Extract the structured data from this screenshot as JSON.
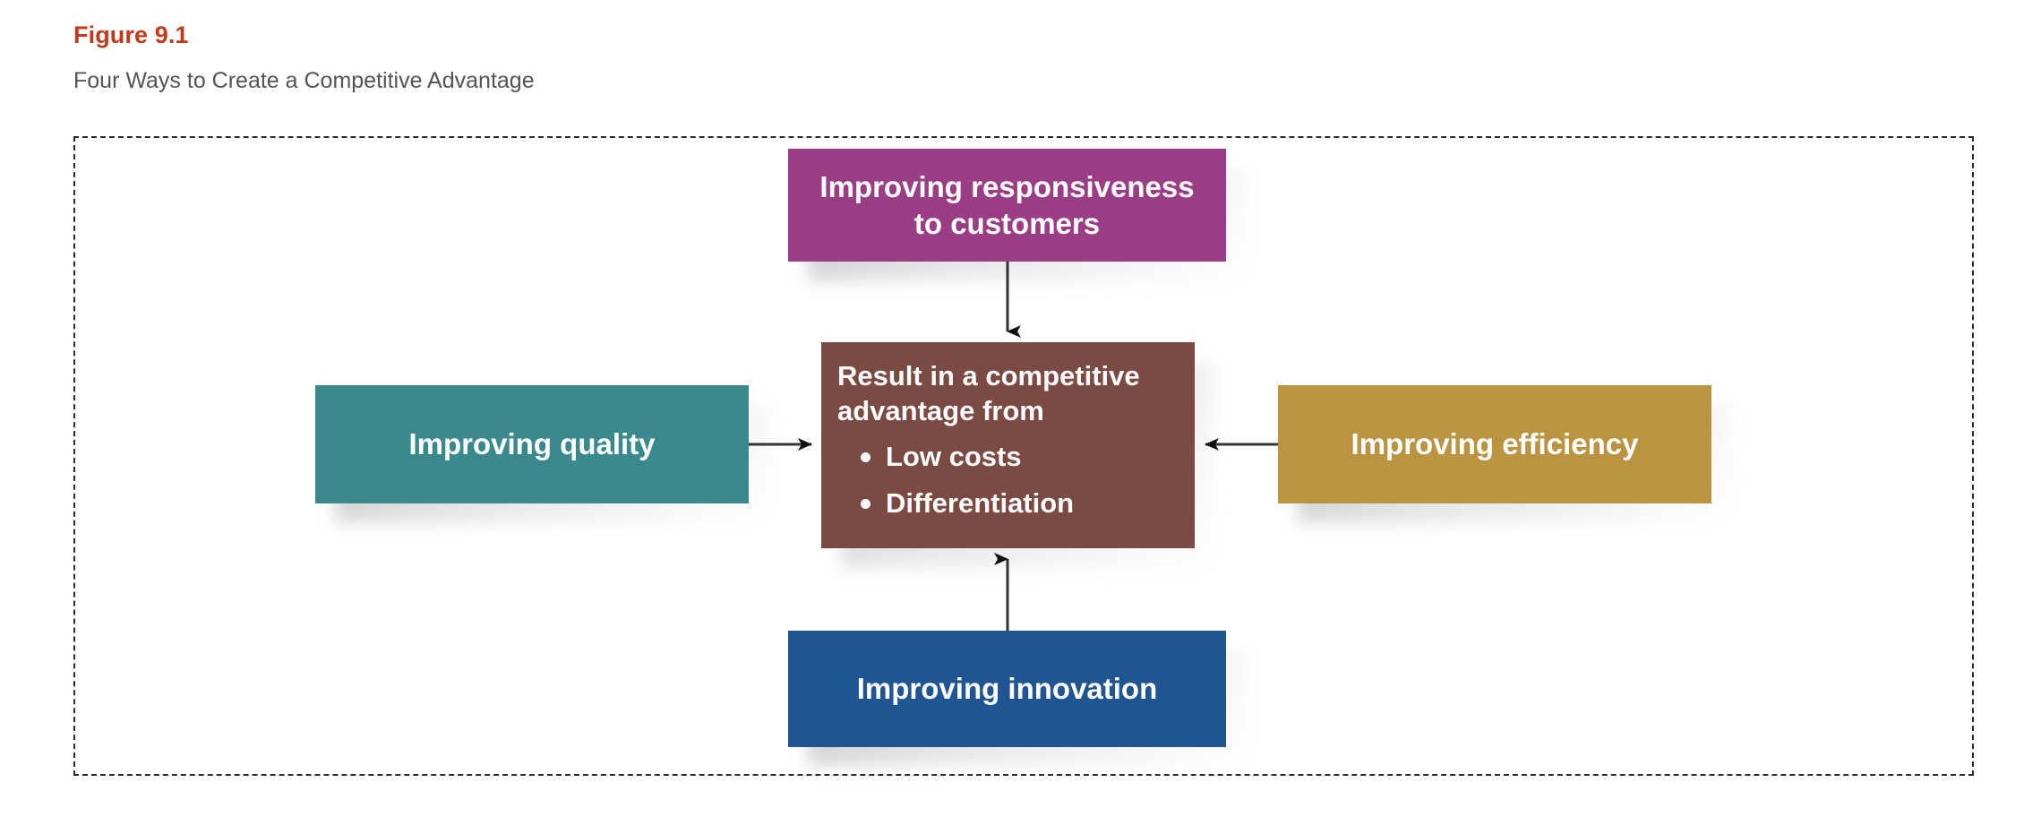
{
  "figure": {
    "label": "Figure 9.1",
    "caption": "Four Ways to Create a Competitive Advantage",
    "label_color": "#C4391A",
    "caption_color": "#545454"
  },
  "diagram": {
    "frame_border": "dashed",
    "frame_border_color": "#2b2b2b",
    "background": "#ffffff",
    "nodes": [
      {
        "id": "responsiveness",
        "label": "Improving responsiveness\nto customers",
        "line1": "Improving responsiveness",
        "line2": "to customers",
        "color": "#9A3D85",
        "text_color": "#ffffff",
        "position": "top"
      },
      {
        "id": "quality",
        "label": "Improving quality",
        "color": "#3A8A8D",
        "text_color": "#ffffff",
        "position": "left"
      },
      {
        "id": "result",
        "heading": "Result in a competitive advantage from",
        "bullets": [
          "Low costs",
          "Differentiation"
        ],
        "color": "#7B4A42",
        "text_color": "#ffffff",
        "position": "center"
      },
      {
        "id": "efficiency",
        "label": "Improving efficiency",
        "color": "#BA9440",
        "text_color": "#ffffff",
        "position": "right"
      },
      {
        "id": "innovation",
        "label": "Improving innovation",
        "color": "#1F5593",
        "text_color": "#ffffff",
        "position": "bottom"
      }
    ],
    "arrows": [
      {
        "id": "responsiveness-to-result",
        "from": "responsiveness",
        "to": "result",
        "direction": "down"
      },
      {
        "id": "quality-to-result",
        "from": "quality",
        "to": "result",
        "direction": "right"
      },
      {
        "id": "efficiency-to-result",
        "from": "efficiency",
        "to": "result",
        "direction": "left"
      },
      {
        "id": "innovation-to-result",
        "from": "innovation",
        "to": "result",
        "direction": "up"
      }
    ],
    "arrow_color": "#222222"
  }
}
